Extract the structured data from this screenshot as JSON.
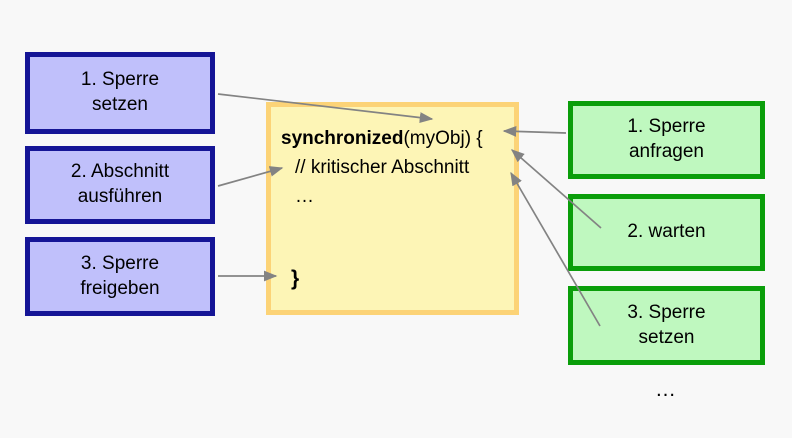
{
  "diagram": {
    "title_text": "synchronized block lock lifecycle",
    "background_color": "#f8f8f8"
  },
  "left_column": {
    "border_color": "#151596",
    "fill_color": "#c0c0fb",
    "boxes": [
      {
        "line1": "1. Sperre",
        "line2": "setzen"
      },
      {
        "line1": "2. Abschnitt",
        "line2": "ausführen"
      },
      {
        "line1": "3. Sperre",
        "line2": "freigeben"
      }
    ]
  },
  "right_column": {
    "border_color": "#0a9e0a",
    "fill_color": "#bff8bf",
    "boxes": [
      {
        "line1": "1. Sperre",
        "line2": "anfragen"
      },
      {
        "line1": "2. warten",
        "line2": ""
      },
      {
        "line1": "3. Sperre",
        "line2": "setzen"
      }
    ],
    "ellipsis": "…"
  },
  "code_box": {
    "border_color": "#fcd377",
    "fill_color": "#fdf5b6",
    "keyword": "synchronized",
    "signature": "(myObj) {",
    "comment": "// kritischer Abschnitt",
    "ellipsis": "…",
    "closing_brace": "}"
  },
  "arrows": {
    "color": "#808080",
    "connections": [
      {
        "from": "1. Sperre setzen",
        "to": "synchronized(myObj) {"
      },
      {
        "from": "2. Abschnitt ausführen",
        "to": "// kritischer Abschnitt"
      },
      {
        "from": "3. Sperre freigeben",
        "to": "}"
      },
      {
        "from": "1. Sperre anfragen",
        "to": "synchronized(myObj) {"
      },
      {
        "from": "2. warten",
        "to": "synchronized(myObj) {"
      },
      {
        "from": "3. Sperre setzen",
        "to": "synchronized(myObj) {"
      }
    ]
  }
}
